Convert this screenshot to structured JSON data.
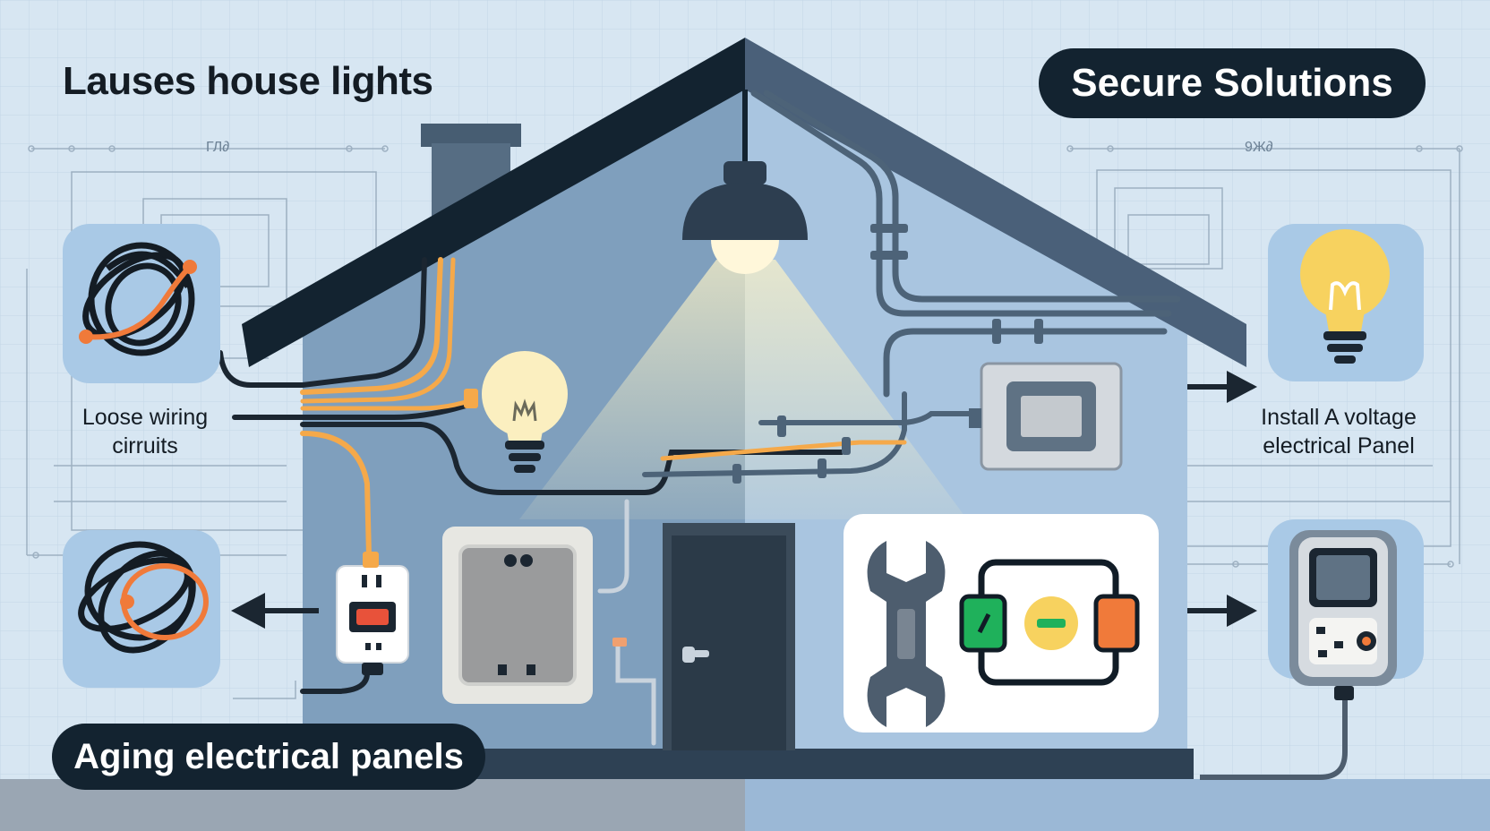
{
  "header": {
    "problem_title": "Lauses house lights",
    "solutions_title": "Secure Solutions"
  },
  "problems": {
    "loose_wiring": {
      "line1": "Loose wiring",
      "line2": "cirruits"
    },
    "aging_panels": "Aging electrical panels"
  },
  "solutions": {
    "install_panel": {
      "line1": "Install A voltage",
      "line2": "electrical Panel"
    }
  },
  "blueprint_marks": {
    "left": "ГЛ∂",
    "right": "9Ж∂"
  },
  "colors": {
    "background": "#d7e6f2",
    "grid": "#c3d6e7",
    "roof": "#132330",
    "house_wall": "#7f9fbd",
    "house_wall_right": "#a9c5e0",
    "pill": "#132330",
    "wire_dark": "#1b2631",
    "wire_orange": "#f5a94a",
    "accent_orange": "#f07a3a",
    "bulb_yellow": "#f7d25f",
    "bulb_pale": "#fbefc0",
    "icon_tile": "#a9c9e6",
    "green": "#1fb15b"
  },
  "icons": [
    "tangled-wire-icon",
    "light-bulb-icon",
    "ceiling-lamp-icon",
    "outlet-icon",
    "wrench-icon",
    "battery-icon",
    "electrical-panel-icon",
    "meter-icon",
    "arrow-icon",
    "door-icon"
  ]
}
